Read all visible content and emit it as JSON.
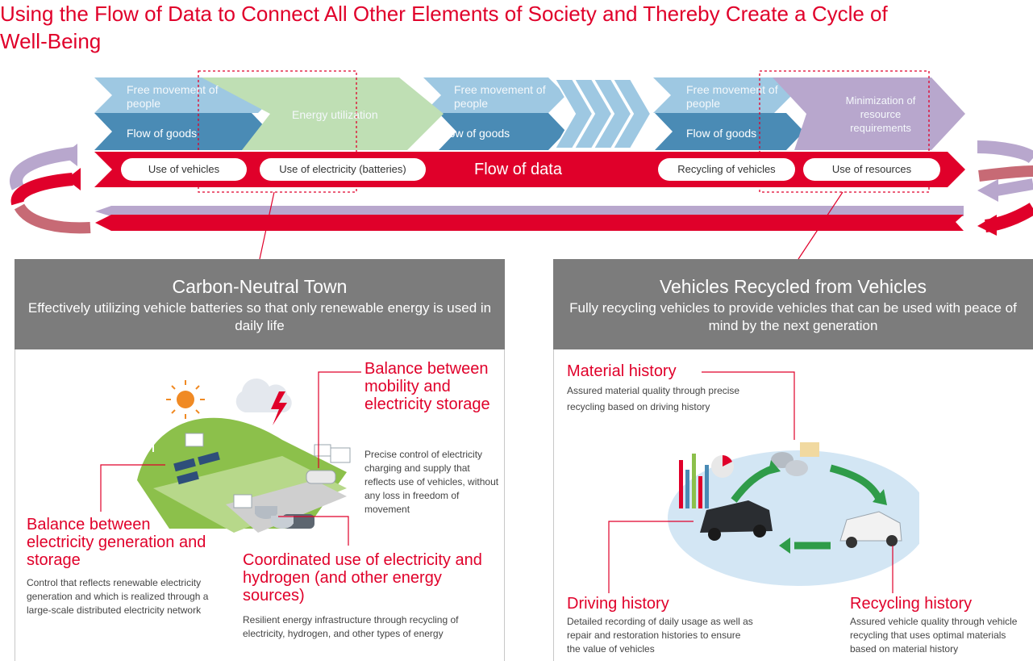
{
  "title": "Using the Flow of Data to Connect All Other Elements of Society and Thereby Create a Cycle of Well-Being",
  "flow": {
    "people_1": "Free movement of people",
    "people_2": "Free movement of people",
    "people_3": "Free movement of people",
    "goods_1": "Flow of goods",
    "goods_2": "Flow of goods",
    "goods_3": "Flow of goods",
    "energy": "Energy utilization",
    "minimization": "Minimization of resource requirements",
    "data_label": "Flow of data",
    "pills": [
      "Use of vehicles",
      "Use of electricity (batteries)",
      "Recycling of vehicles",
      "Use of resources"
    ]
  },
  "left_panel": {
    "title": "Carbon-Neutral Town",
    "subtitle": "Effectively utilizing vehicle batteries so that only renewable energy is used in daily life",
    "balance_mobility": {
      "heading": "Balance between mobility and electricity storage",
      "text": "Precise control of electricity charging and supply that reflects use of vehicles, without any loss in freedom of movement"
    },
    "balance_generation": {
      "heading": "Balance between electricity generation and storage",
      "text": "Control that reflects renewable electricity generation and which is realized through a large-scale distributed electricity network"
    },
    "coordinated": {
      "heading": "Coordinated use of electricity and hydrogen (and other energy sources)",
      "text": "Resilient energy infrastructure through recycling of electricity, hydrogen, and other types of energy"
    }
  },
  "right_panel": {
    "title": "Vehicles Recycled from Vehicles",
    "subtitle": "Fully recycling vehicles to provide vehicles that can be used with peace of mind by the next generation",
    "material": {
      "heading": "Material history",
      "text": "Assured material quality through precise recycling based on driving history"
    },
    "driving": {
      "heading": "Driving history",
      "text": "Detailed recording of daily usage as well as repair and restoration histories to ensure the value of vehicles"
    },
    "recycling": {
      "heading": "Recycling history",
      "text": "Assured vehicle quality through vehicle recycling that uses optimal materials based on material history"
    }
  },
  "colors": {
    "red": "#e0002a",
    "people_blue": "#9ec8e2",
    "goods_blue": "#4a8bb5",
    "energy_green": "#bfdfb4",
    "lavender": "#b8a7cd",
    "gray_header": "#7c7c7c"
  }
}
